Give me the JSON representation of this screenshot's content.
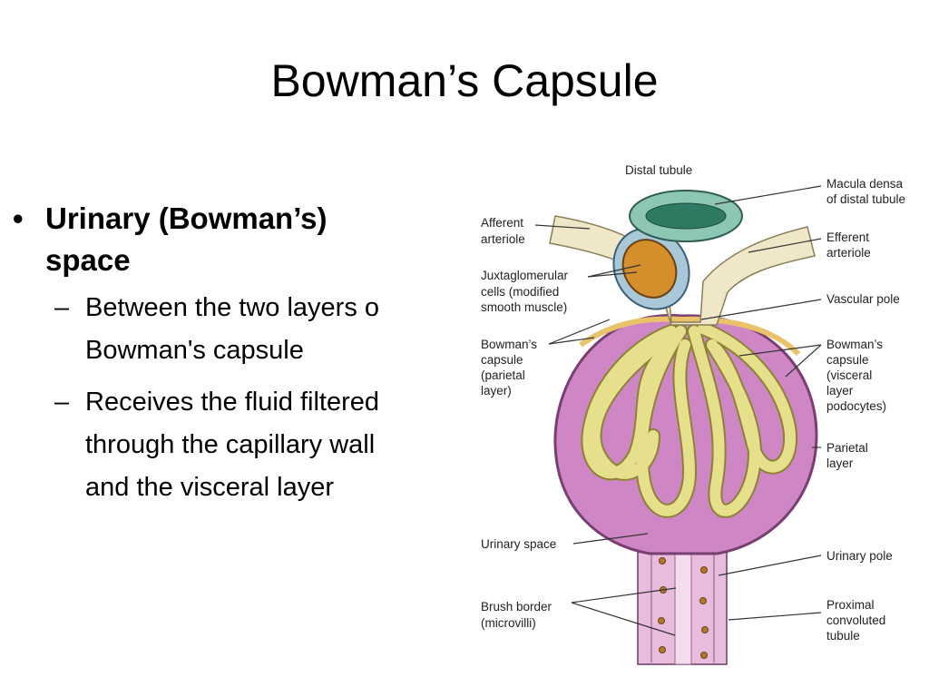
{
  "slide": {
    "title": "Bowman’s Capsule",
    "bullets": [
      {
        "text_lines": [
          "Urinary (Bowman’s)",
          "space"
        ],
        "subs": [
          {
            "lines": [
              "Between the two layers o",
              "Bowman's capsule"
            ]
          },
          {
            "lines": [
              "Receives the fluid filtered",
              "through the capillary wall",
              "and the visceral layer"
            ]
          }
        ]
      }
    ]
  },
  "diagram": {
    "labels": {
      "distal_tubule": "Distal tubule",
      "macula_densa": [
        "Macula densa",
        "of distal tubule"
      ],
      "afferent_arteriole": [
        "Afferent",
        "arteriole"
      ],
      "efferent_arteriole": [
        "Efferent",
        "arteriole"
      ],
      "juxtaglomerular": [
        "Juxtaglomerular",
        "cells (modified",
        "smooth muscle)"
      ],
      "vascular_pole": "Vascular pole",
      "bowmans_parietal": [
        "Bowman’s",
        "capsule",
        "(parietal",
        "layer)"
      ],
      "bowmans_visceral": [
        "Bowman’s",
        "capsule",
        "(visceral",
        "layer",
        "podocytes)"
      ],
      "parietal_layer": [
        "Parietal",
        "layer"
      ],
      "urinary_space": "Urinary space",
      "urinary_pole": "Urinary pole",
      "brush_border": [
        "Brush border",
        "(microvilli)"
      ],
      "proximal_tubule": [
        "Proximal",
        "convoluted",
        "tubule"
      ]
    },
    "colors": {
      "capsule_pink": "#cf86c4",
      "glomerulus_yellow": "#e6df8c",
      "tubule_teal": "#8ec6b4",
      "arteriole_cream": "#efe7c7",
      "tubule_cells": "#e4b8d8"
    }
  }
}
